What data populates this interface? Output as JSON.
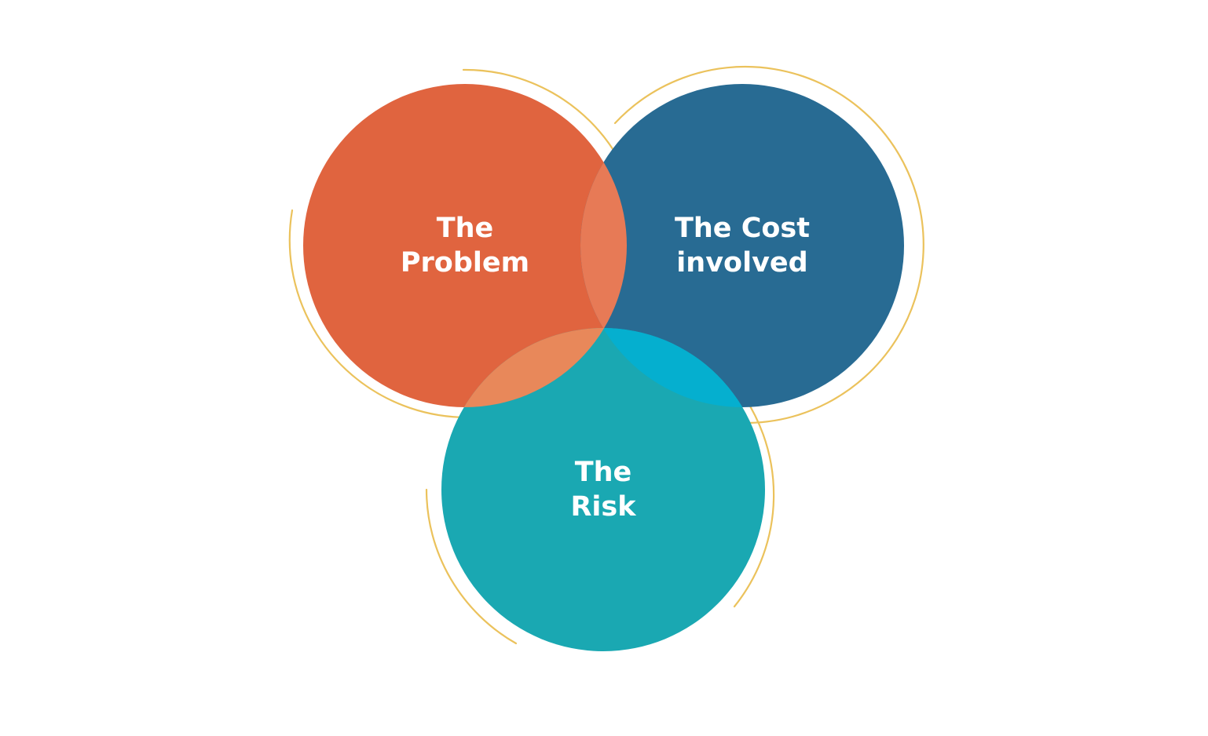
{
  "diagram": {
    "type": "venn",
    "colors": {
      "background": "#ffffff",
      "problem": "#e0643f",
      "cost": "#286b93",
      "risk": "#1aa8b2",
      "problem_cost_overlap": "#e77a56",
      "problem_risk_overlap": "#e8885a",
      "cost_risk_overlap": "#05afcf",
      "accent_ring": "#ebc25c",
      "label_text": "#ffffff"
    },
    "circles": [
      {
        "id": "problem",
        "line1": "The",
        "line2": "Problem"
      },
      {
        "id": "cost",
        "line1": "The Cost",
        "line2": "involved"
      },
      {
        "id": "risk",
        "line1": "The",
        "line2": "Risk"
      }
    ]
  }
}
